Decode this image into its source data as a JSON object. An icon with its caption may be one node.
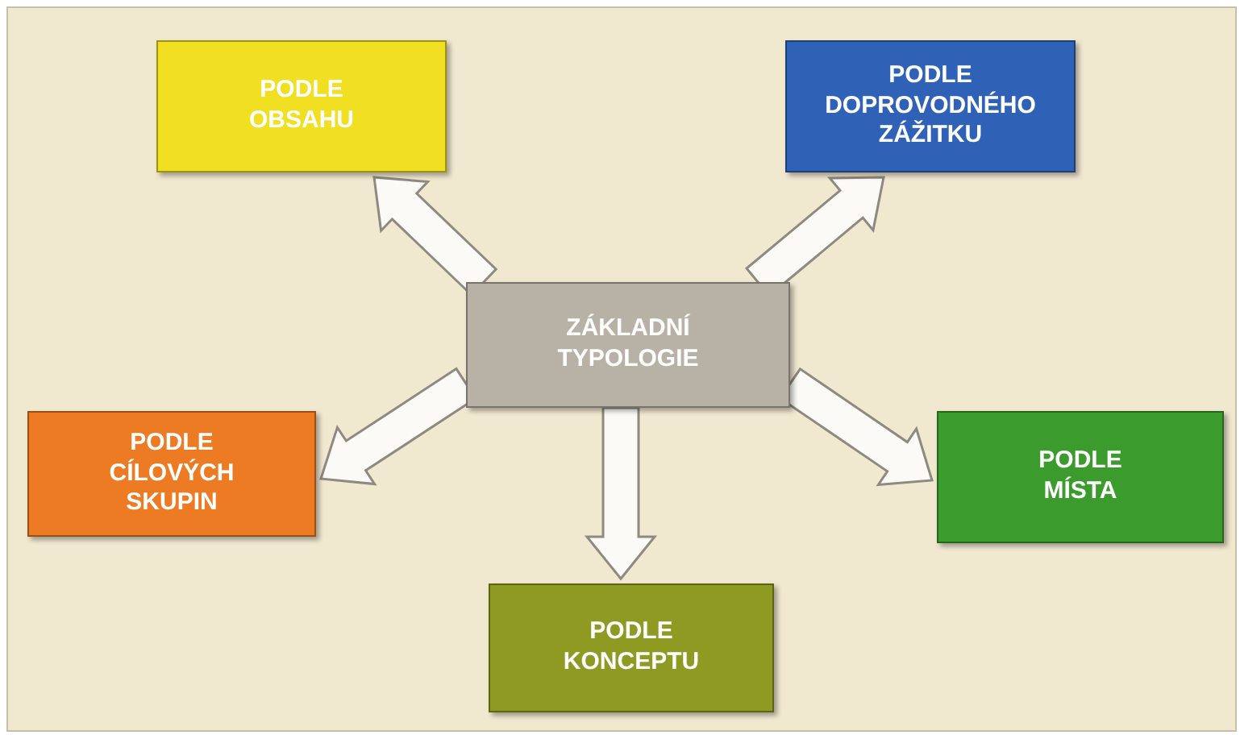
{
  "diagram": {
    "nodes": [
      {
        "text": [
          "ZÁKLADNÍ TYPOLOGIE"
        ]
      },
      {
        "text": [
          "PODLE OBSAHU"
        ]
      },
      {
        "text": [
          "PODLE DOPROVODNÉHO ZÁŽITKU"
        ]
      },
      {
        "text": [
          "PODLE CÍLOVÝCH SKUPIN"
        ]
      },
      {
        "text": [
          "PODLE MÍSTA"
        ]
      },
      {
        "text": [
          "PODLE KONCEPTU"
        ]
      }
    ],
    "edges": [
      {
        "from": 0,
        "to": 1,
        "arrow": "to",
        "style": "thick"
      },
      {
        "from": 0,
        "to": 2,
        "arrow": "to",
        "style": "thick"
      },
      {
        "from": 0,
        "to": 3,
        "arrow": "to",
        "style": "thick"
      },
      {
        "from": 0,
        "to": 4,
        "arrow": "to",
        "style": "thick"
      },
      {
        "from": 0,
        "to": 5,
        "arrow": "to",
        "style": "thick"
      }
    ]
  }
}
